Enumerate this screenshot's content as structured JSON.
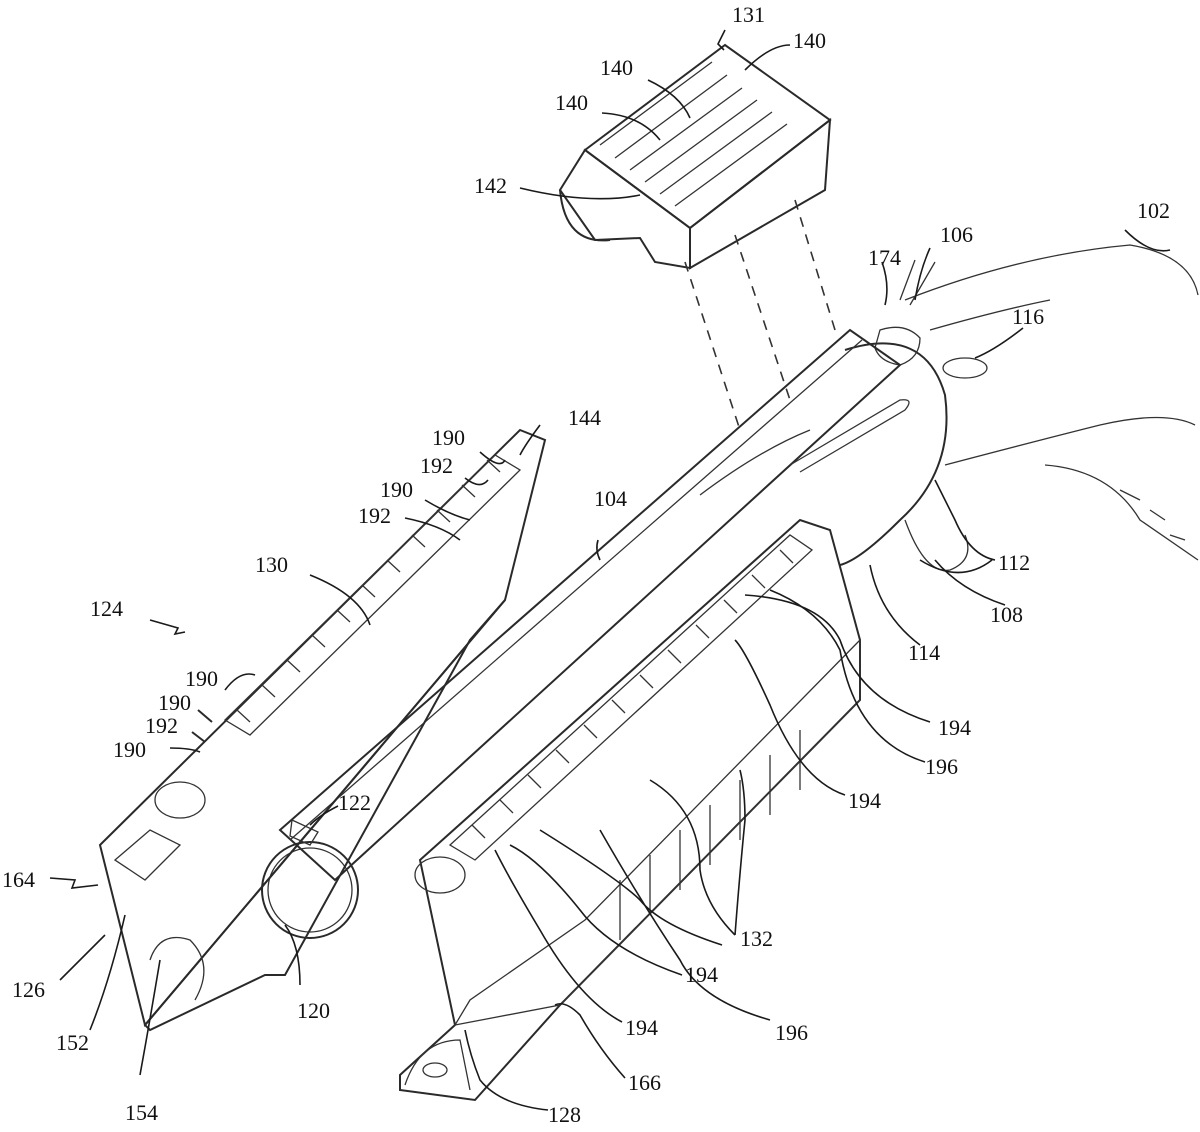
{
  "colors": {
    "ink": "#111111",
    "stipple": "#8c8c8c",
    "paper": "#ffffff"
  },
  "labels": {
    "l131": "131",
    "l140a": "140",
    "l140b": "140",
    "l140c": "140",
    "l142": "142",
    "l102": "102",
    "l106": "106",
    "l174": "174",
    "l116": "116",
    "l144": "144",
    "l190a": "190",
    "l192a": "192",
    "l190b": "190",
    "l192b": "192",
    "l130": "130",
    "l124": "124",
    "l104": "104",
    "l112": "112",
    "l108": "108",
    "l114": "114",
    "l190c": "190",
    "l190d": "190",
    "l192c": "192",
    "l190e": "190",
    "l194a": "194",
    "l196a": "196",
    "l194b": "194",
    "l122": "122",
    "l164": "164",
    "l126": "126",
    "l152": "152",
    "l154": "154",
    "l120": "120",
    "l132": "132",
    "l194c": "194",
    "l194d": "194",
    "l196b": "196",
    "l166": "166",
    "l128": "128"
  }
}
